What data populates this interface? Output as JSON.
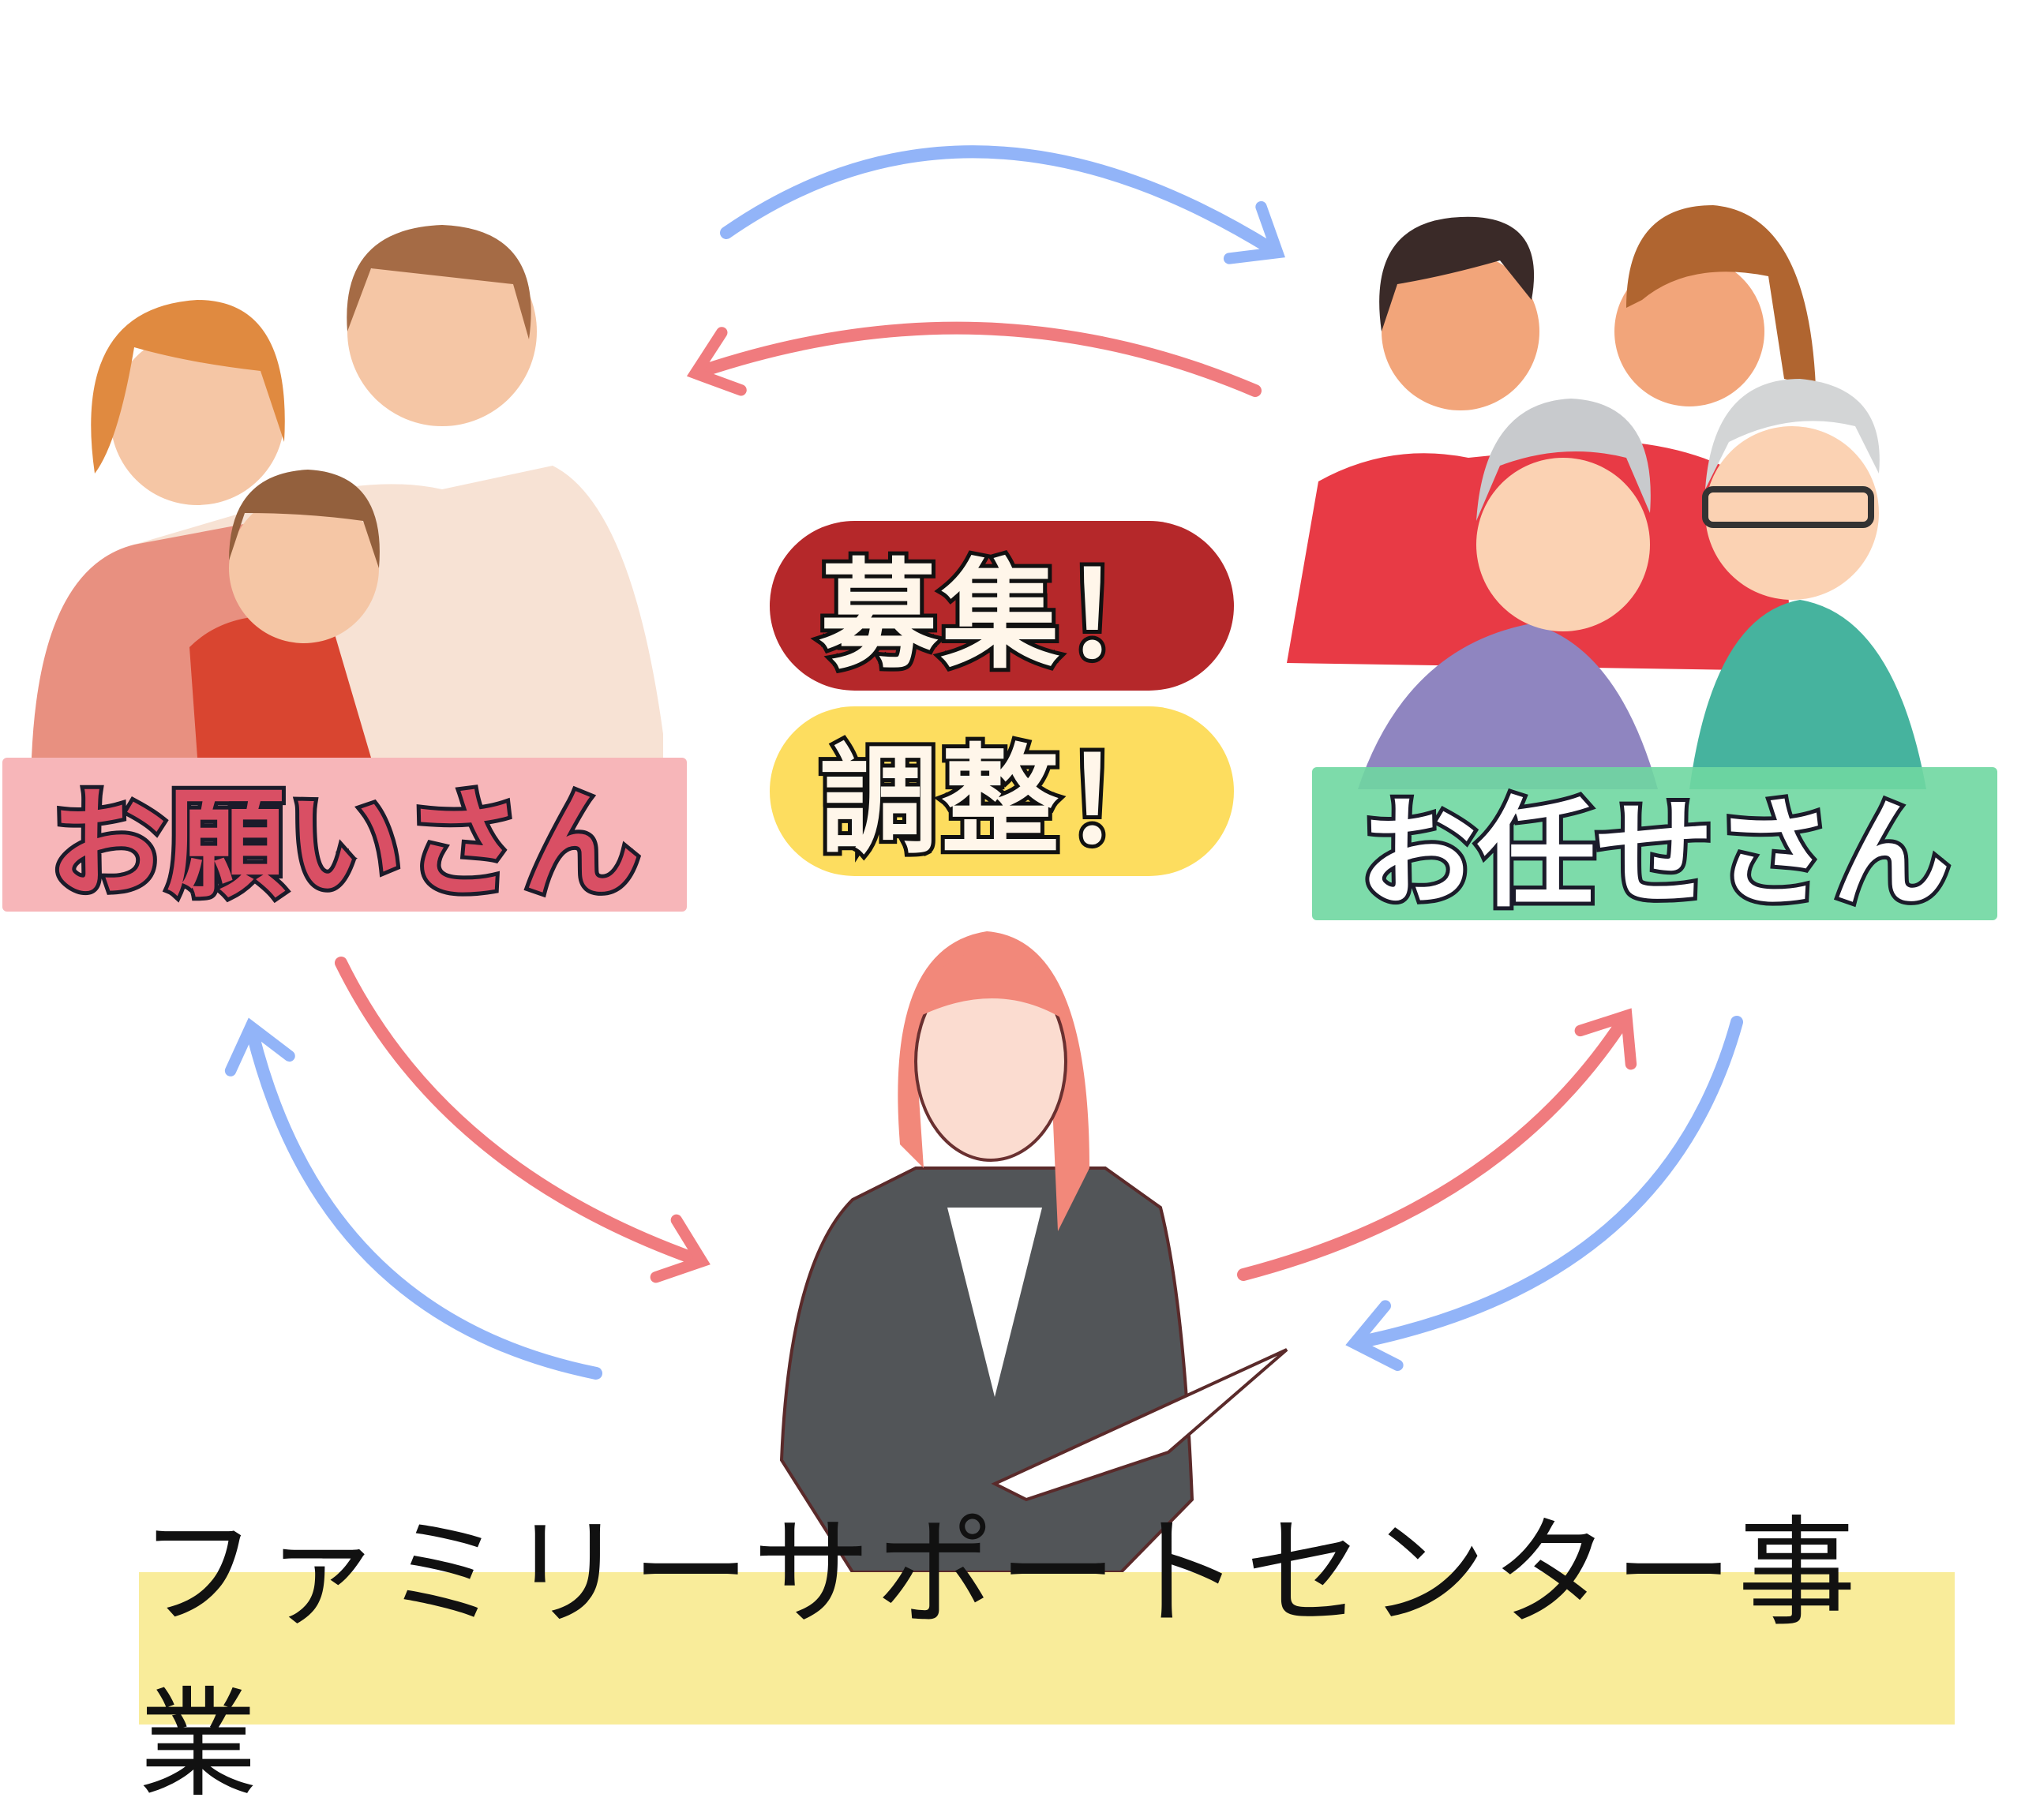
{
  "center": {
    "recruit": "募集！",
    "coordinate": "調整！"
  },
  "roles": {
    "requester": "お願いさん",
    "provider": "お任せさん"
  },
  "banner": "ファミリーサポートセンター事業",
  "colors": {
    "red_pill": "#b5282a",
    "yellow_pill": "#fddd5f",
    "pink_label": "#f6a9ad",
    "green_label": "#6fd7a1",
    "banner": "#f9ec9a",
    "blue_arrow": "#92b4f8",
    "red_arrow": "#f07b7e"
  }
}
